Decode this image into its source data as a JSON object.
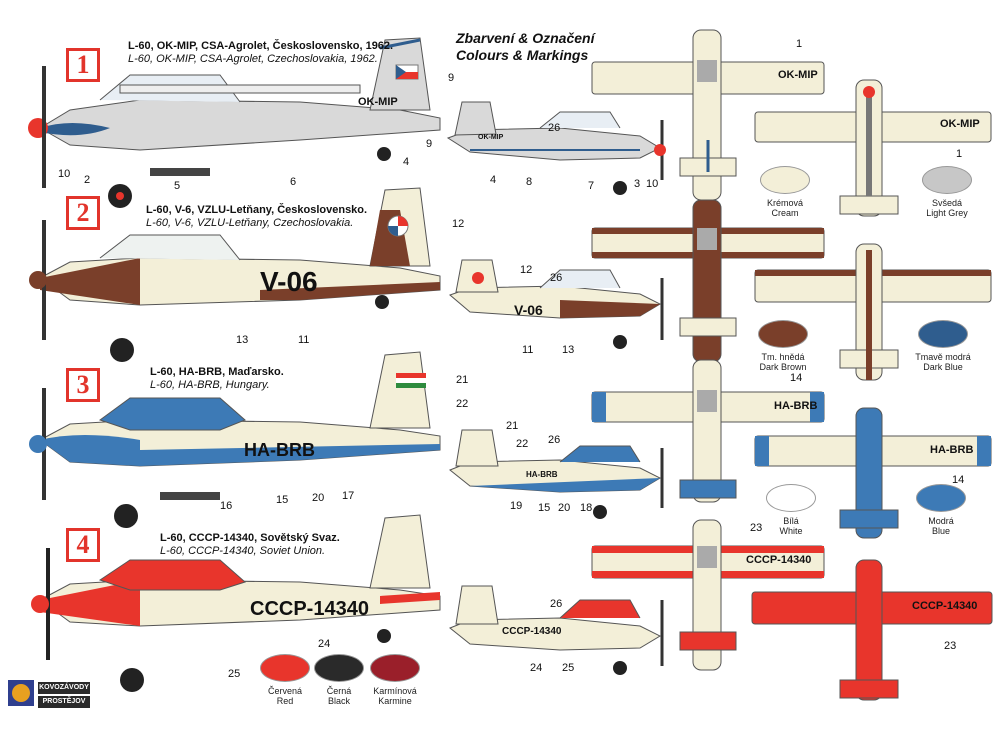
{
  "header": {
    "title_cz": "Zbarvení & Označení",
    "title_en": "Colours & Markings"
  },
  "variants": [
    {
      "badge": "1",
      "caption_cz": "L-60, OK-MIP, CSA-Agrolet, Československo, 1962.",
      "caption_en": "L-60, OK-MIP, CSA-Agrolet, Czechoslovakia, 1962.",
      "registration": "OK-MIP",
      "callouts": [
        "1",
        "2",
        "3",
        "4",
        "5",
        "6",
        "7",
        "8",
        "9",
        "10",
        "26"
      ]
    },
    {
      "badge": "2",
      "caption_cz": "L-60, V-6, VZLU-Letňany, Československo.",
      "caption_en": "L-60, V-6, VZLU-Letňany, Czechoslovakia.",
      "registration": "V-06",
      "callouts": [
        "11",
        "12",
        "13",
        "26"
      ]
    },
    {
      "badge": "3",
      "caption_cz": "L-60, HA-BRB, Maďarsko.",
      "caption_en": "L-60, HA-BRB, Hungary.",
      "registration": "HA-BRB",
      "callouts": [
        "14",
        "15",
        "16",
        "17",
        "18",
        "19",
        "20",
        "21",
        "22",
        "26"
      ]
    },
    {
      "badge": "4",
      "caption_cz": "L-60, CCCP-14340, Sovětský Svaz.",
      "caption_en": "L-60, CCCP-14340, Soviet Union.",
      "registration": "CCCP-14340",
      "callouts": [
        "23",
        "24",
        "25",
        "26"
      ]
    }
  ],
  "swatches": [
    {
      "cz": "Krémová",
      "en": "Cream",
      "color": "#f3efd8"
    },
    {
      "cz": "Svšedá",
      "en": "Light Grey",
      "color": "#c7c7c7"
    },
    {
      "cz": "Tm. hnědá",
      "en": "Dark Brown",
      "color": "#7a3f2a"
    },
    {
      "cz": "Tmavě modrá",
      "en": "Dark Blue",
      "color": "#2f5d8e"
    },
    {
      "cz": "Bílá",
      "en": "White",
      "color": "#ffffff"
    },
    {
      "cz": "Modrá",
      "en": "Blue",
      "color": "#3d7ab6"
    },
    {
      "cz": "Červená",
      "en": "Red",
      "color": "#e8352c"
    },
    {
      "cz": "Černá",
      "en": "Black",
      "color": "#2a2a2a"
    },
    {
      "cz": "Karmínová",
      "en": "Karmine",
      "color": "#9a1f2a"
    }
  ],
  "logo": {
    "line1": "KOVOZÁVODY",
    "line2": "PROSTĚJOV"
  },
  "colors": {
    "cream": "#f3efd8",
    "grey": "#c7c7c7",
    "brown": "#7a3f2a",
    "blue": "#3d7ab6",
    "red": "#e8352c",
    "badge_red": "#e2342b"
  }
}
